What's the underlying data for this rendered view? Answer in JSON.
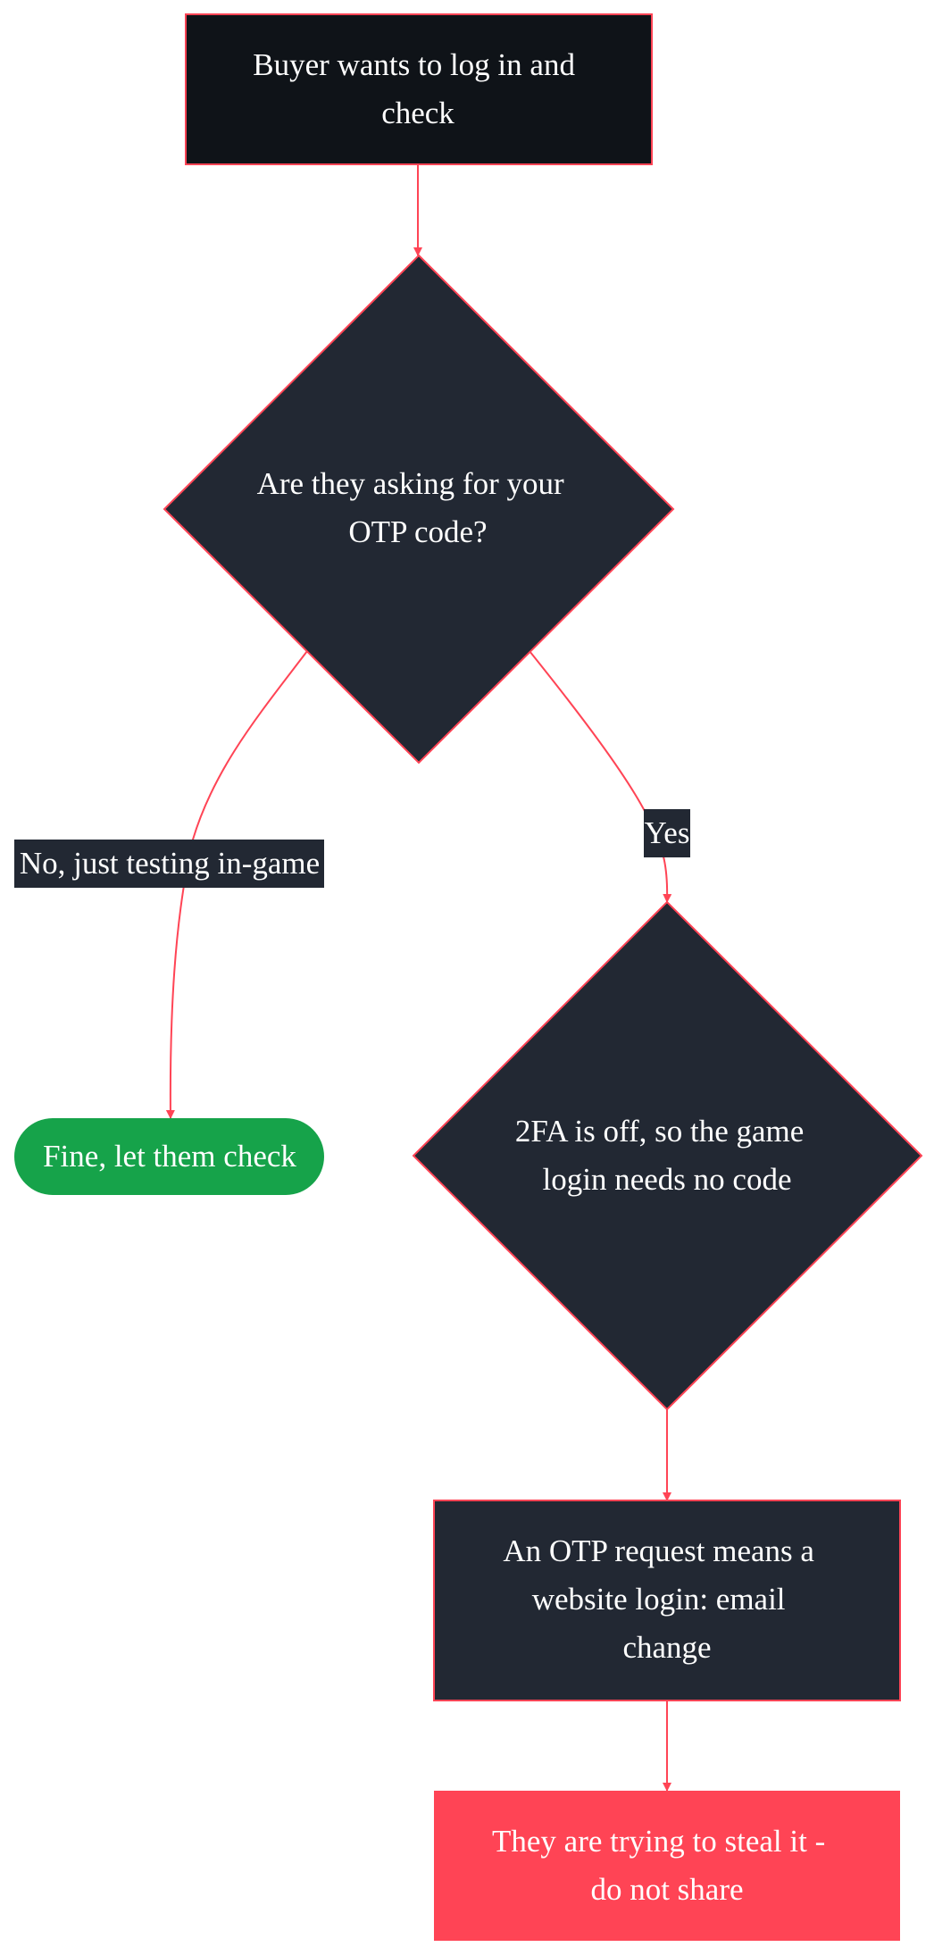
{
  "colors": {
    "background": "#ffffff",
    "edge": "#ff4455",
    "node_border": "#ff4455",
    "start_fill": "#0f1318",
    "decision_fill": "#222833",
    "process_fill": "#222833",
    "ok_fill": "#16a34a",
    "danger_fill": "#ff4455",
    "label_fill": "#222833",
    "text": "#ffffff"
  },
  "nodes": {
    "start": {
      "lines": [
        "Buyer wants to log in and",
        "check"
      ]
    },
    "otp_question": {
      "lines": [
        "Are they asking for your",
        "OTP code?"
      ]
    },
    "fine": {
      "lines": [
        "Fine, let them check"
      ]
    },
    "twofa_off": {
      "lines": [
        "2FA is off, so the game",
        "login needs no code"
      ]
    },
    "website_login": {
      "lines": [
        "An OTP request means a",
        "website login: email",
        "change"
      ]
    },
    "steal": {
      "lines": [
        "They are trying to steal it -",
        "do not share"
      ]
    }
  },
  "edges": {
    "no_label": "No, just testing in-game",
    "yes_label": "Yes"
  }
}
